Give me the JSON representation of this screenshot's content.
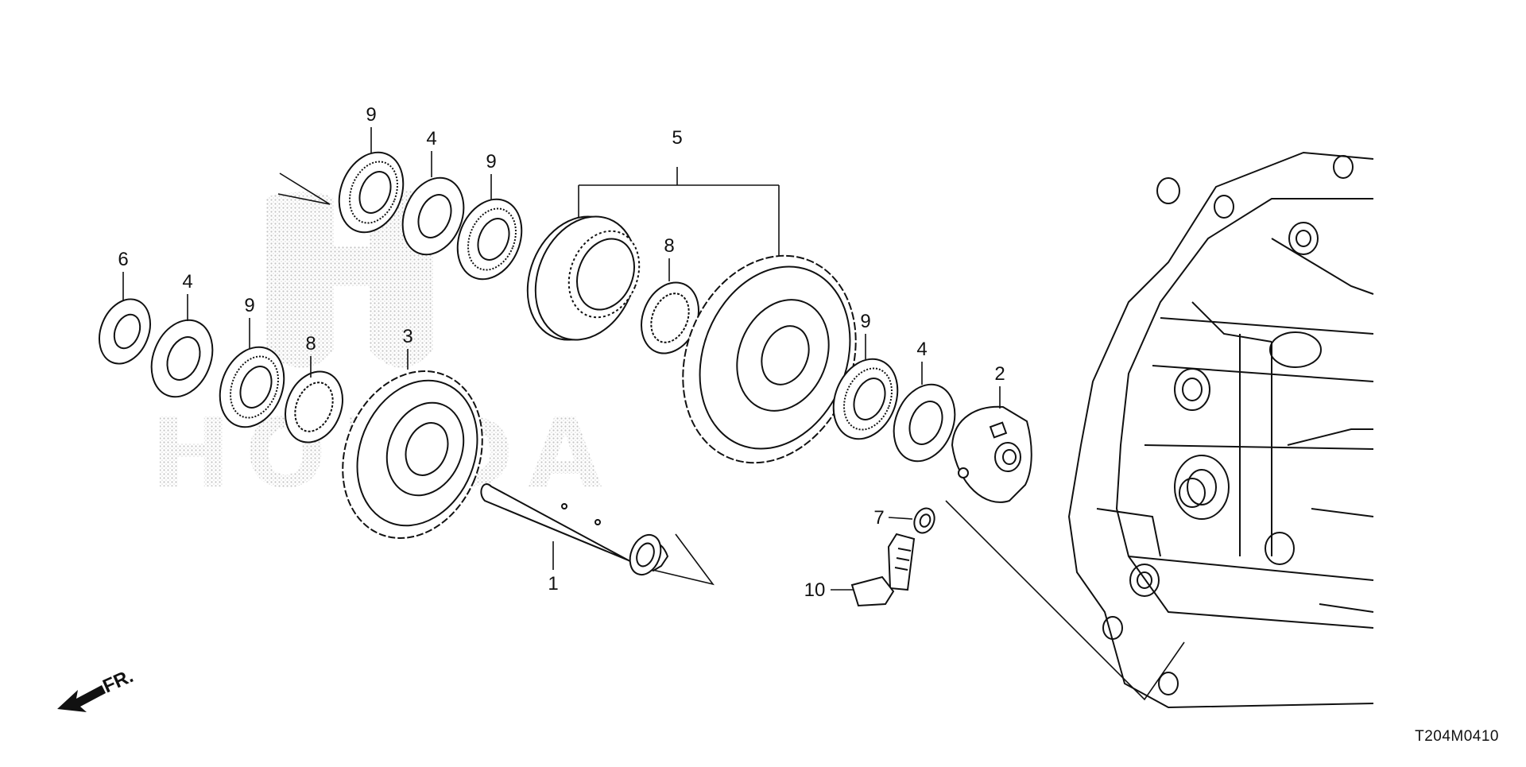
{
  "watermark": {
    "text": "HONDA"
  },
  "front_indicator": {
    "label": "FR."
  },
  "diagram_code": "T204M0410",
  "callouts": [
    "9",
    "4",
    "9",
    "5",
    "6",
    "4",
    "9",
    "8",
    "3",
    "8",
    "9",
    "4",
    "2",
    "7",
    "10",
    "1"
  ]
}
